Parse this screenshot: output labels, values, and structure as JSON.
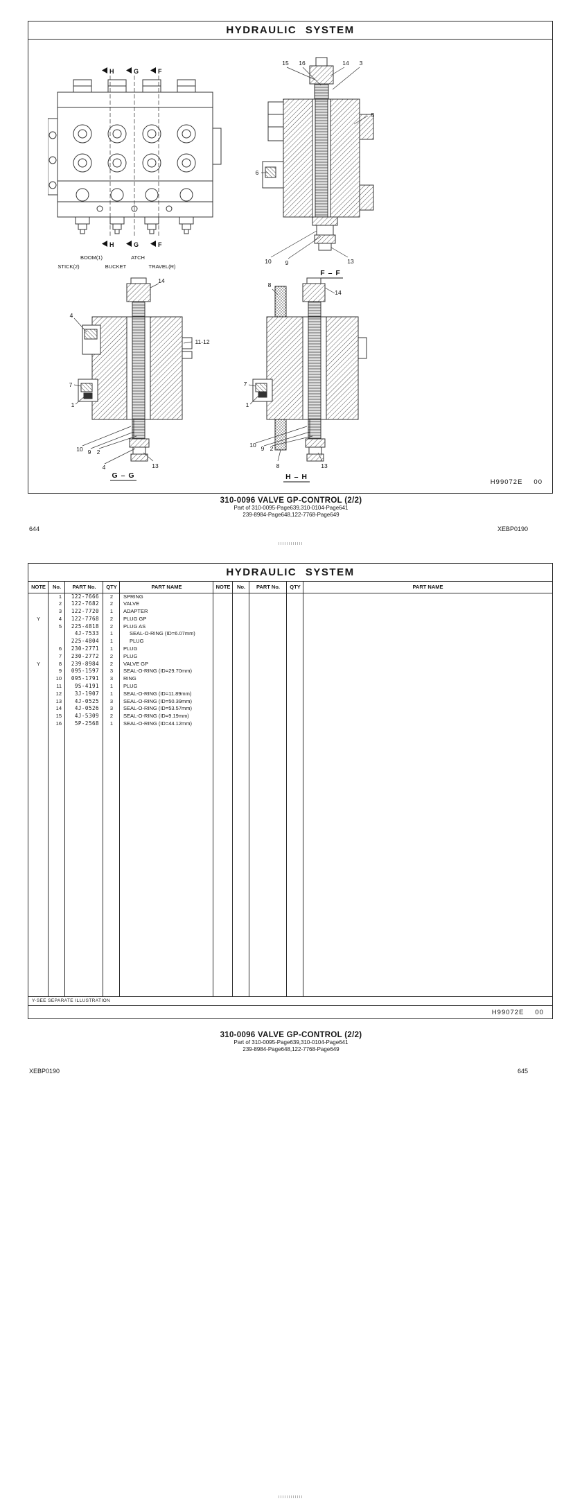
{
  "page1": {
    "title": "HYDRAULIC  SYSTEM",
    "doc_code": "H99072E",
    "doc_rev": "00",
    "caption_title": "310-0096  VALVE GP-CONTROL (2/2)",
    "caption_line1": "Part of 310-0095-Page639,310-0104-Page641",
    "caption_line2": "239-8984-Page648,122-7768-Page649",
    "page_number": "644",
    "doc_ref": "XEBP0190",
    "front_view": {
      "markers_top": [
        "H",
        "G",
        "F"
      ],
      "markers_bottom": [
        "H",
        "G",
        "F"
      ],
      "labels": [
        "BOOM(1)",
        "ATCH",
        "STICK(2)",
        "BUCKET",
        "TRAVEL(R)"
      ]
    },
    "section_ff": {
      "label": "F – F",
      "callouts": [
        "15",
        "16",
        "14",
        "3",
        "5",
        "6",
        "10",
        "9",
        "13"
      ]
    },
    "section_gg": {
      "label": "G – G",
      "callouts": [
        "14",
        "4",
        "11-12",
        "7",
        "1",
        "10",
        "9",
        "2",
        "4",
        "13"
      ]
    },
    "section_hh": {
      "label": "H – H",
      "callouts": [
        "8",
        "14",
        "7",
        "1",
        "10",
        "9",
        "2",
        "8",
        "13"
      ]
    }
  },
  "page2": {
    "title": "HYDRAULIC  SYSTEM",
    "doc_code": "H99072E",
    "doc_rev": "00",
    "footnote": "Y-SEE SEPARATE ILLUSTRATION",
    "caption_title": "310-0096  VALVE GP-CONTROL (2/2)",
    "caption_line1": "Part of 310-0095-Page639,310-0104-Page641",
    "caption_line2": "239-8984-Page648,122-7768-Page649",
    "page_number": "645",
    "doc_ref": "XEBP0190",
    "table": {
      "headers": [
        "NOTE",
        "No.",
        "PART No.",
        "QTY",
        "PART NAME",
        "NOTE",
        "No.",
        "PART No.",
        "QTY",
        "PART NAME"
      ],
      "rows": [
        {
          "note": "",
          "no": "1",
          "part": "122-7666",
          "qty": "2",
          "name": "SPRING",
          "indent": false
        },
        {
          "note": "",
          "no": "2",
          "part": "122-7682",
          "qty": "2",
          "name": "VALVE",
          "indent": false
        },
        {
          "note": "",
          "no": "3",
          "part": "122-7720",
          "qty": "1",
          "name": "ADAPTER",
          "indent": false
        },
        {
          "note": "Y",
          "no": "4",
          "part": "122-7768",
          "qty": "2",
          "name": "PLUG GP",
          "indent": false
        },
        {
          "note": "",
          "no": "5",
          "part": "225-4818",
          "qty": "2",
          "name": "PLUG AS",
          "indent": false
        },
        {
          "note": "",
          "no": "",
          "part": "4J-7533",
          "qty": "1",
          "name": "SEAL-O-RING (ID=6.07mm)",
          "indent": true
        },
        {
          "note": "",
          "no": "",
          "part": "225-4804",
          "qty": "1",
          "name": "PLUG",
          "indent": true
        },
        {
          "note": "",
          "no": "6",
          "part": "230-2771",
          "qty": "1",
          "name": "PLUG",
          "indent": false
        },
        {
          "note": "",
          "no": "7",
          "part": "230-2772",
          "qty": "2",
          "name": "PLUG",
          "indent": false
        },
        {
          "note": "Y",
          "no": "8",
          "part": "239-8984",
          "qty": "2",
          "name": "VALVE GP",
          "indent": false
        },
        {
          "note": "",
          "no": "9",
          "part": "095-1597",
          "qty": "3",
          "name": "SEAL-O-RING (ID=29.70mm)",
          "indent": false
        },
        {
          "note": "",
          "no": "10",
          "part": "095-1791",
          "qty": "3",
          "name": "RING",
          "indent": false
        },
        {
          "note": "",
          "no": "11",
          "part": "9S-4191",
          "qty": "1",
          "name": "PLUG",
          "indent": false
        },
        {
          "note": "",
          "no": "12",
          "part": "3J-1907",
          "qty": "1",
          "name": "SEAL-O-RING (ID=11.89mm)",
          "indent": false
        },
        {
          "note": "",
          "no": "13",
          "part": "4J-0525",
          "qty": "3",
          "name": "SEAL-O-RING (ID=50.39mm)",
          "indent": false
        },
        {
          "note": "",
          "no": "14",
          "part": "4J-0526",
          "qty": "3",
          "name": "SEAL-O-RING (ID=53.57mm)",
          "indent": false
        },
        {
          "note": "",
          "no": "15",
          "part": "4J-5309",
          "qty": "2",
          "name": "SEAL-O-RING (ID=9.19mm)",
          "indent": false
        },
        {
          "note": "",
          "no": "16",
          "part": "5P-2568",
          "qty": "1",
          "name": "SEAL-O-RING (ID=44.12mm)",
          "indent": false
        }
      ]
    }
  }
}
